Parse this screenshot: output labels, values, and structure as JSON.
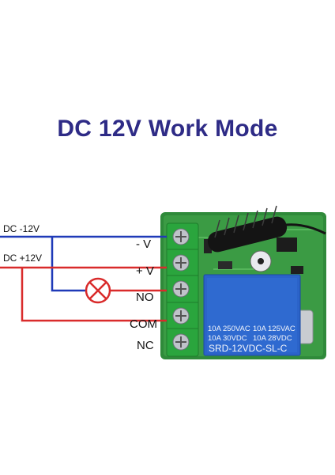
{
  "title": "DC 12V Work Mode",
  "sources": {
    "negative": "DC -12V",
    "positive": "DC +12V"
  },
  "terminals": [
    "- V",
    "+ V",
    "NO",
    "COM",
    "NC"
  ],
  "relay": {
    "rating_left_1": "10A  250VAC",
    "rating_left_2": "10A   30VDC",
    "rating_right_1": "10A  125VAC",
    "rating_right_2": "10A   28VDC",
    "model": "SRD-12VDC-SL-C"
  },
  "colors": {
    "title": "#2e2b86",
    "negative_wire": "#1f3ab8",
    "positive_wire": "#d92b2b",
    "pcb": "#2f8a3a",
    "terminal_block": "#2aa53d",
    "relay": "#2b63c9",
    "antenna": "#141414",
    "lamp": "#d92b2b"
  },
  "icons": [
    "lamp-icon",
    "screw-terminal-icon",
    "antenna-coil-icon",
    "relay-icon"
  ]
}
